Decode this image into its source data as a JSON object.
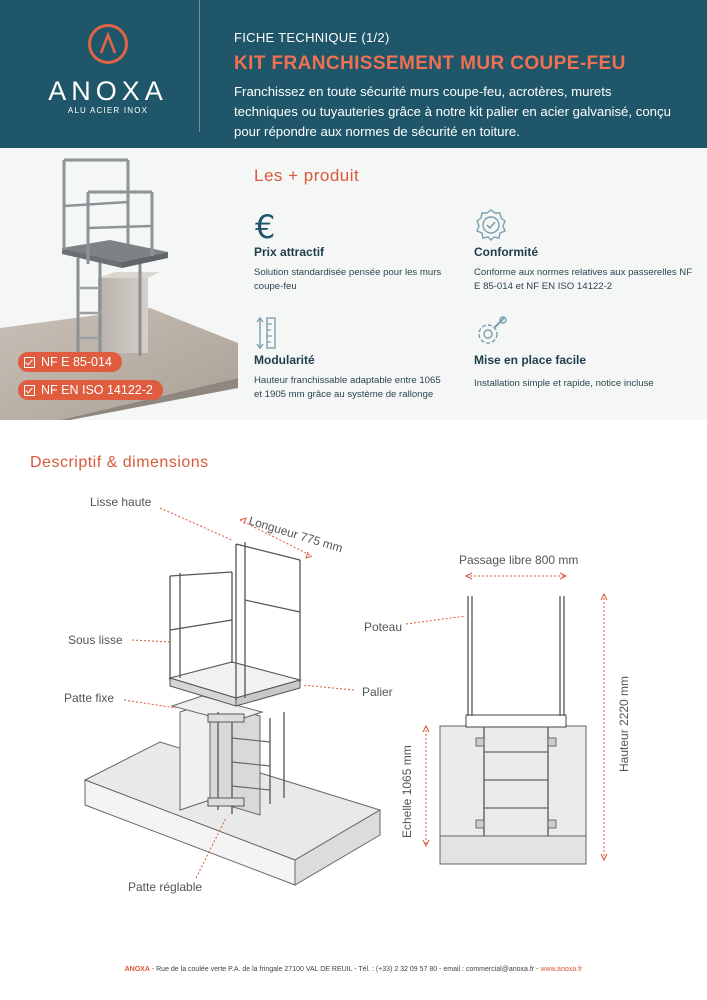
{
  "header": {
    "brand": "ANOXA",
    "tagline": "ALU ACIER INOX",
    "kicker": "FICHE TECHNIQUE (1/2)",
    "title": "KIT FRANCHISSEMENT MUR COUPE-FEU",
    "intro": "Franchissez en toute sécurité murs coupe-feu, acrotères, murets techniques ou tuyauteries grâce à notre kit palier en acier galvanisé, conçu pour répondre aux normes de sécurité en toiture."
  },
  "badges": [
    "NF E 85-014",
    "NF EN ISO 14122-2"
  ],
  "plus": {
    "title": "Les + produit",
    "features": [
      {
        "icon": "euro-icon",
        "title": "Prix attractif",
        "desc": "Solution standardisée pensée pour les murs coupe-feu"
      },
      {
        "icon": "certificate-icon",
        "title": "Conformité",
        "desc": "Conforme aux normes relatives aux passerelles NF E 85-014 et NF EN ISO 14122-2"
      },
      {
        "icon": "ruler-icon",
        "title": "Modularité",
        "desc": "Hauteur franchissable adaptable entre 1065 et 1905 mm grâce au système de rallonge"
      },
      {
        "icon": "tools-icon",
        "title": "Mise en place facile",
        "desc": "Installation simple et rapide, notice incluse"
      }
    ]
  },
  "descriptif": {
    "title": "Descriptif & dimensions",
    "labels": {
      "lisse_haute": "Lisse haute",
      "longueur": "Longueur 775 mm",
      "sous_lisse": "Sous lisse",
      "patte_fixe": "Patte fixe",
      "patte_reglable": "Patte réglable",
      "poteau": "Poteau",
      "palier": "Palier",
      "passage": "Passage libre  800 mm",
      "hauteur": "Hauteur 2220 mm",
      "echelle": "Echelle 1065 mm"
    }
  },
  "footer": {
    "brand": "ANOXA",
    "address": " - Rue de la coulée verte P.A. de la fringale 27100 VAL DE REUIL - Tél. : (+33) 2 32 09 57 80 - email : commercial@anoxa.fr - ",
    "web": "www.anoxa.fr"
  },
  "colors": {
    "navy": "#1f5669",
    "accent": "#df5c3f",
    "band": "#f5f6f6"
  }
}
